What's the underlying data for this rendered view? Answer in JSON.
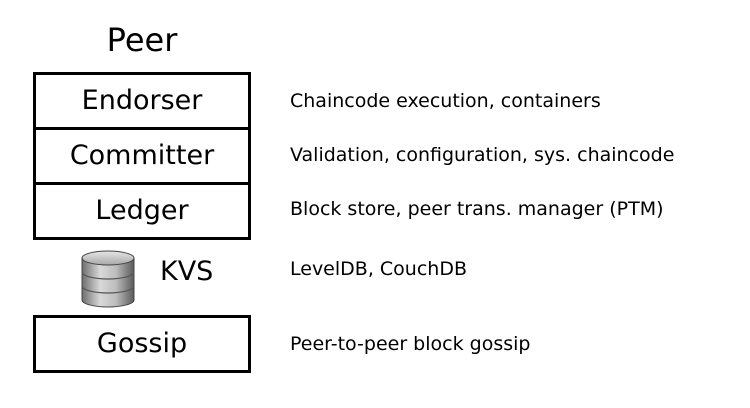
{
  "title": "Peer",
  "layers": [
    {
      "label": "Endorser",
      "description": "Chaincode execution, containers"
    },
    {
      "label": "Committer",
      "description": "Validation, configuration, sys. chaincode"
    },
    {
      "label": "Ledger",
      "description": "Block store, peer trans. manager (PTM)"
    }
  ],
  "kvs": {
    "label": "KVS",
    "description": "LevelDB, CouchDB",
    "icon": "database-icon"
  },
  "gossip": {
    "label": "Gossip",
    "description": "Peer-to-peer block gossip"
  }
}
